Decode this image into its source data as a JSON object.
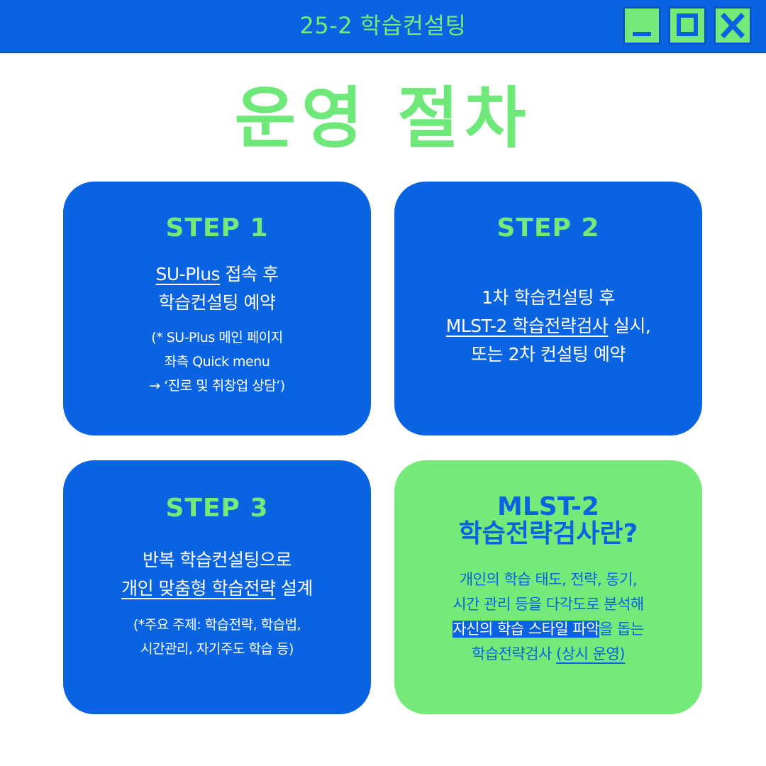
{
  "window": {
    "title": "25-2 학습컨설팅",
    "controls": [
      "minimize-icon",
      "maximize-icon",
      "close-icon"
    ],
    "bar_color": "#0A63E0",
    "accent_color": "#76EA79"
  },
  "heading": "운영 절차",
  "steps": [
    {
      "label": "STEP 1",
      "line1_link": "SU-Plus",
      "line1_rest": " 접속 후",
      "line2": "학습컨설팅 예약",
      "note_line1": "(* SU-Plus 메인 페이지",
      "note_line2": "좌측 Quick menu",
      "note_line3": "→ ‘진로 및 취창업 상담’)"
    },
    {
      "label": "STEP 2",
      "line1": "1차 학습컨설팅 후",
      "line2_link": "MLST-2 학습전략검사",
      "line2_rest": " 실시,",
      "line3": "또는 2차 컨설팅 예약"
    },
    {
      "label": "STEP 3",
      "line1": "반복 학습컨설팅으로",
      "line2_link": "개인 맞춤형 학습전략",
      "line2_rest": " 설계",
      "note_line1": "(*주요 주제: 학습전략, 학습법,",
      "note_line2": "시간관리, 자기주도 학습 등)"
    }
  ],
  "info": {
    "title_line1": "MLST-2",
    "title_line2": "학습전략검사란?",
    "line1": "개인의 학습 태도, 전략, 동기,",
    "line2": "시간 관리 등을 다각도로 분석해",
    "line3_highlight": "자신의 학습 스타일 파악",
    "line3_rest": "을 돕는",
    "line4_prefix": "학습전략검사 ",
    "line4_link": "(상시 운영)"
  }
}
